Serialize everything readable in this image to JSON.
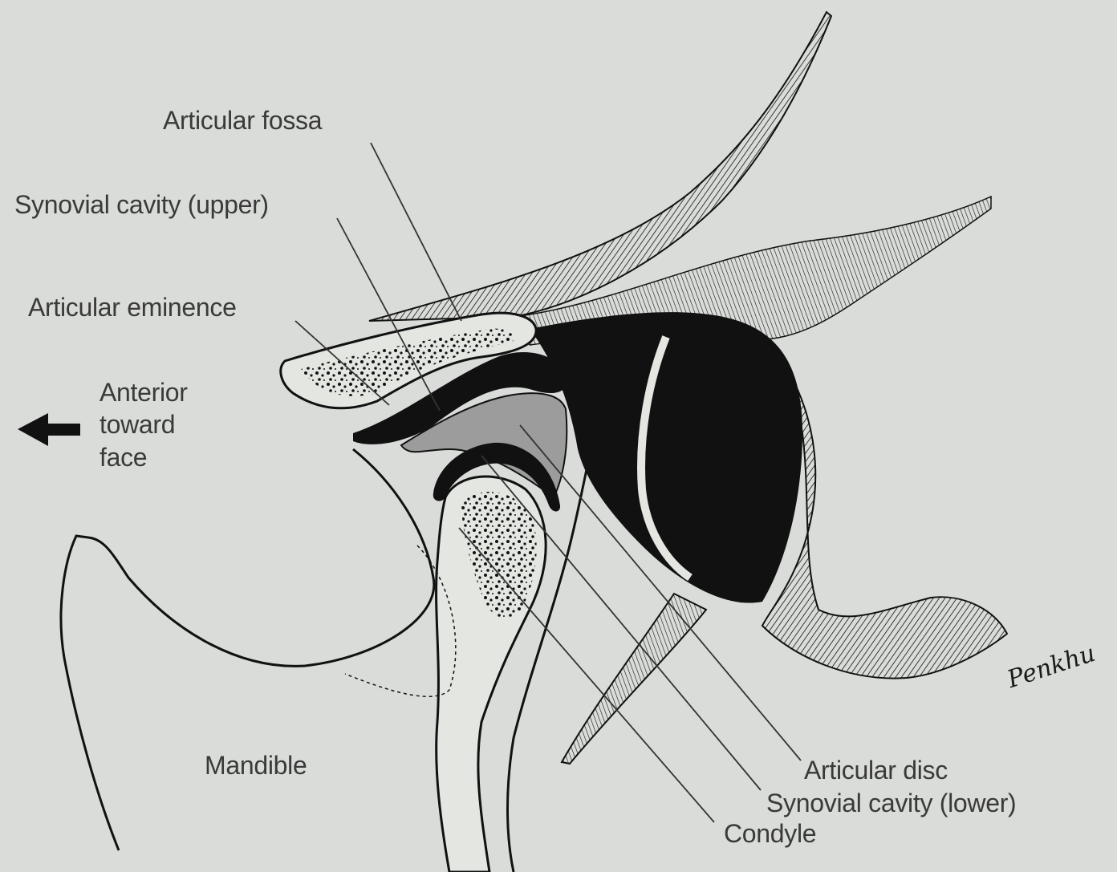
{
  "labels": {
    "articular_fossa": "Articular fossa",
    "synovial_cavity_upper": "Synovial cavity (upper)",
    "articular_eminence": "Articular eminence",
    "anterior_line1": "Anterior",
    "anterior_line2": "toward",
    "anterior_line3": "face",
    "mandible": "Mandible",
    "articular_disc": "Articular disc",
    "synovial_cavity_lower": "Synovial cavity (lower)",
    "condyle": "Condyle"
  },
  "signature": "Penkhu",
  "icons": {
    "direction_arrow": "left-arrow-icon"
  },
  "colors": {
    "background": "#d9dcd8",
    "ink": "#111111",
    "disc_gray": "#9c9c9c",
    "bone_fill": "#e4e6e2"
  }
}
